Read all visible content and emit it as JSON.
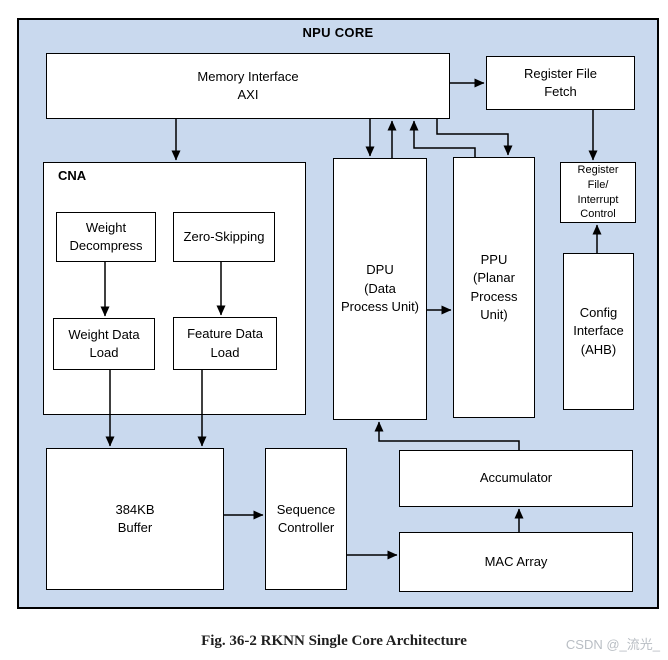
{
  "figure": {
    "caption": "Fig. 36-2 RKNN Single Core Architecture",
    "watermark": "CSDN @_流光_"
  },
  "diagram": {
    "title": "NPU CORE",
    "colors": {
      "core_background": "#c9d9ee",
      "node_fill": "#ffffff",
      "line": "#000000",
      "caption_text": "#1f1f1f",
      "watermark_text": "#b9bec4"
    },
    "nodes": {
      "memory_interface": {
        "label": "Memory Interface\nAXI"
      },
      "register_file_fetch": {
        "label": "Register File\nFetch"
      },
      "cna": {
        "label": "CNA"
      },
      "weight_decompress": {
        "label": "Weight\nDecompress"
      },
      "zero_skipping": {
        "label": "Zero-Skipping"
      },
      "weight_data_load": {
        "label": "Weight Data\nLoad"
      },
      "feature_data_load": {
        "label": "Feature Data\nLoad"
      },
      "dpu": {
        "label": "DPU\n(Data\nProcess Unit)"
      },
      "ppu": {
        "label": "PPU\n(Planar\nProcess\nUnit)"
      },
      "register_file_interrupt_control": {
        "label": "Register\nFile/\nInterrupt\nControl"
      },
      "config_interface": {
        "label": "Config\nInterface\n(AHB)"
      },
      "buffer_384kb": {
        "label": "384KB\nBuffer"
      },
      "sequence_controller": {
        "label": "Sequence\nController"
      },
      "accumulator": {
        "label": "Accumulator"
      },
      "mac_array": {
        "label": "MAC Array"
      }
    },
    "connections": [
      {
        "from": "Memory Interface AXI",
        "to": "CNA"
      },
      {
        "from": "Memory Interface AXI",
        "to": "Register File Fetch"
      },
      {
        "from": "Memory Interface AXI",
        "to": "DPU"
      },
      {
        "from": "DPU",
        "to": "Memory Interface AXI"
      },
      {
        "from": "PPU",
        "to": "Memory Interface AXI"
      },
      {
        "from": "Memory Interface AXI",
        "to": "PPU"
      },
      {
        "from": "Register File Fetch",
        "to": "Register File/Interrupt Control"
      },
      {
        "from": "Config Interface (AHB)",
        "to": "Register File/Interrupt Control"
      },
      {
        "from": "DPU",
        "to": "PPU"
      },
      {
        "from": "Weight Decompress",
        "to": "Weight Data Load"
      },
      {
        "from": "Zero-Skipping",
        "to": "Feature Data Load"
      },
      {
        "from": "Weight Data Load",
        "to": "384KB Buffer"
      },
      {
        "from": "Feature Data Load",
        "to": "384KB Buffer"
      },
      {
        "from": "384KB Buffer",
        "to": "Sequence Controller"
      },
      {
        "from": "Sequence Controller",
        "to": "MAC Array"
      },
      {
        "from": "MAC Array",
        "to": "Accumulator"
      },
      {
        "from": "Accumulator",
        "to": "DPU"
      }
    ]
  }
}
